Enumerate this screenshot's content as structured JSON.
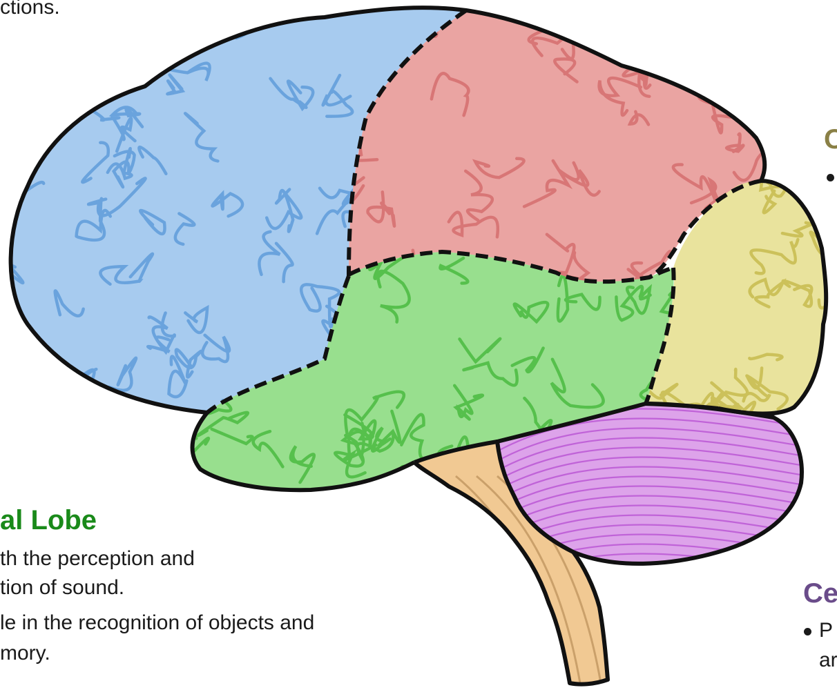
{
  "colors": {
    "frontal": "#a7cbef",
    "frontal_line": "#6aa3dd",
    "parietal": "#eaa4a2",
    "parietal_line": "#d87676",
    "temporal": "#98df8e",
    "temporal_line": "#56c04c",
    "occipital": "#e9e39d",
    "occipital_line": "#ccc15a",
    "cerebellum": "#dda3ea",
    "cerebellum_line": "#c063d8",
    "brainstem": "#f1c993",
    "brainstem_line": "#caa06a",
    "outline": "#111111",
    "temporal_heading": "#1a8a1a",
    "occipital_heading": "#8a8046",
    "cerebellum_heading": "#6a4c8a"
  },
  "top_fragment": "ctions.",
  "temporal": {
    "title": "al Lobe",
    "lines": [
      "th the perception and",
      "tion of sound.",
      "le in the recognition of objects and",
      "mory."
    ]
  },
  "occipital": {
    "title_fragment": "O"
  },
  "cerebellum": {
    "title": "Ce",
    "lines": [
      "P",
      "ar"
    ]
  }
}
